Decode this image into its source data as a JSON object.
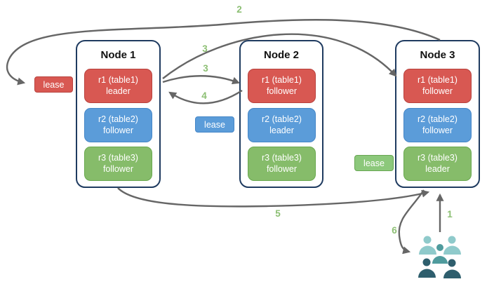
{
  "colors": {
    "red_fill": "#D85852",
    "red_border": "#B8423E",
    "blue_fill": "#5B9CD9",
    "blue_border": "#4586C7",
    "green_fill": "#86BC6A",
    "green_border": "#69A84F",
    "lease_green_fill": "#8CC87B",
    "node_border": "#1F3B60",
    "arrow": "#666666",
    "step_label": "#8CBF73",
    "users_light": "#8FCACB",
    "users_mid": "#4F9B9D",
    "users_dark": "#2E5E6D"
  },
  "nodes": [
    {
      "title": "Node 1",
      "replicas": [
        {
          "line1": "r1 (table1)",
          "line2": "leader",
          "color": "red"
        },
        {
          "line1": "r2 (table2)",
          "line2": "follower",
          "color": "blue"
        },
        {
          "line1": "r3 (table3)",
          "line2": "follower",
          "color": "green"
        }
      ]
    },
    {
      "title": "Node 2",
      "replicas": [
        {
          "line1": "r1 (table1)",
          "line2": "follower",
          "color": "red"
        },
        {
          "line1": "r2 (table2)",
          "line2": "leader",
          "color": "blue"
        },
        {
          "line1": "r3 (table3)",
          "line2": "follower",
          "color": "green"
        }
      ]
    },
    {
      "title": "Node 3",
      "replicas": [
        {
          "line1": "r1 (table1)",
          "line2": "follower",
          "color": "red"
        },
        {
          "line1": "r2 (table2)",
          "line2": "follower",
          "color": "blue"
        },
        {
          "line1": "r3 (table3)",
          "line2": "leader",
          "color": "green"
        }
      ]
    }
  ],
  "leases": {
    "red": "lease",
    "blue": "lease",
    "green": "lease"
  },
  "steps": {
    "s1": "1",
    "s2": "2",
    "s3a": "3",
    "s3b": "3",
    "s4": "4",
    "s5": "5",
    "s6": "6"
  },
  "icons": {
    "users": "users-group"
  }
}
